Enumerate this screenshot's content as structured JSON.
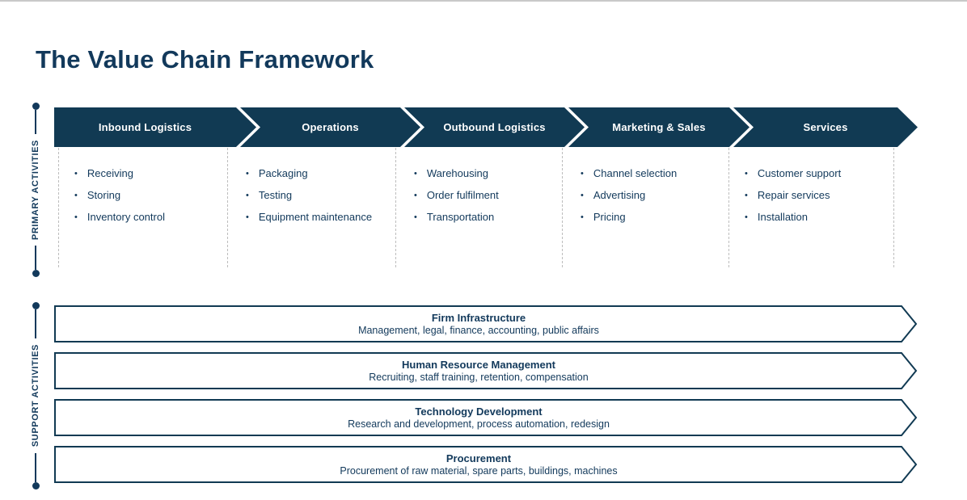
{
  "page": {
    "title": "The Value Chain Framework"
  },
  "rails": {
    "primary": "PRIMARY ACTIVITIES",
    "support": "SUPPORT ACTIVITIES"
  },
  "primary_activities": [
    {
      "label": "Inbound Logistics",
      "items": [
        "Receiving",
        "Storing",
        "Inventory control"
      ]
    },
    {
      "label": "Operations",
      "items": [
        "Packaging",
        "Testing",
        "Equipment maintenance"
      ]
    },
    {
      "label": "Outbound Logistics",
      "items": [
        "Warehousing",
        "Order fulfilment",
        "Transportation"
      ]
    },
    {
      "label": "Marketing & Sales",
      "items": [
        "Channel selection",
        "Advertising",
        "Pricing"
      ]
    },
    {
      "label": "Services",
      "items": [
        "Customer support",
        "Repair services",
        "Installation"
      ]
    }
  ],
  "support_activities": [
    {
      "title": "Firm Infrastructure",
      "description": "Management, legal, finance, accounting, public affairs"
    },
    {
      "title": "Human Resource Management",
      "description": "Recruiting, staff training, retention, compensation"
    },
    {
      "title": "Technology Development",
      "description": "Research and development, process automation, redesign"
    },
    {
      "title": "Procurement",
      "description": "Procurement of raw material, spare parts, buildings, machines"
    }
  ],
  "colors": {
    "navy": "#113a53",
    "background": "#ffffff",
    "dashed_line": "#bdbdbd"
  }
}
